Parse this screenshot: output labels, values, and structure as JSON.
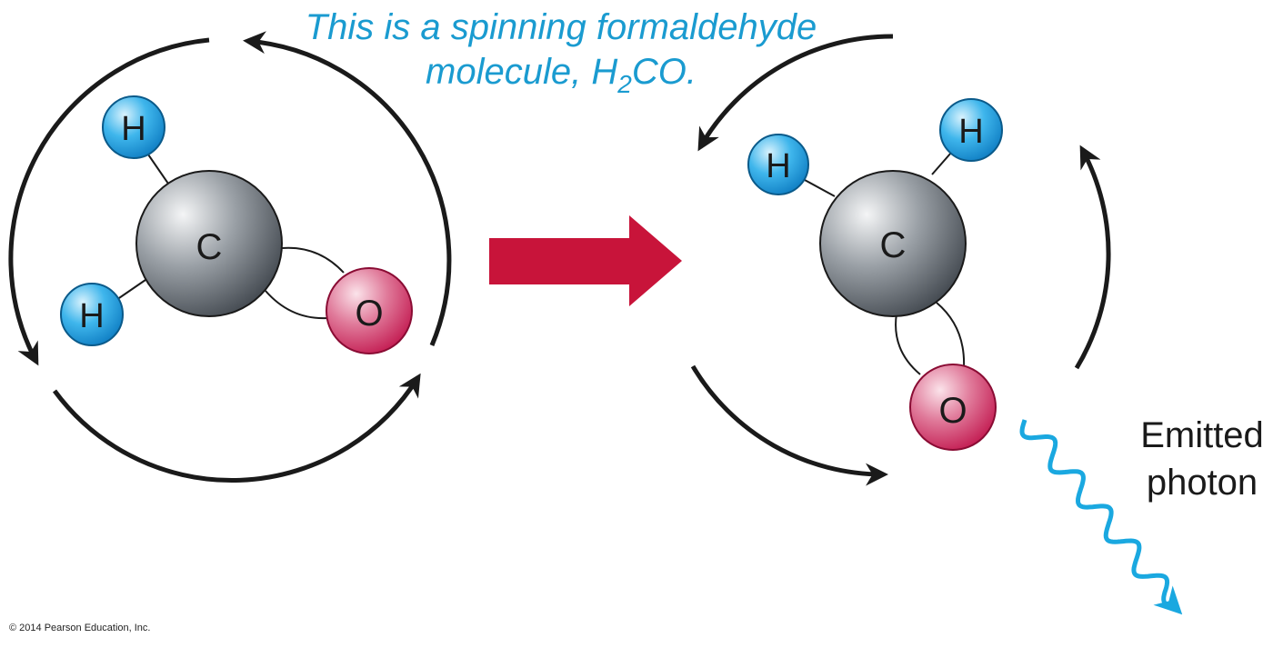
{
  "title": {
    "line1": "This is a spinning formaldehyde",
    "line2_prefix": "molecule, H",
    "line2_sub": "2",
    "line2_suffix": "CO."
  },
  "atoms": {
    "carbon": "C",
    "hydrogen": "H",
    "oxygen": "O"
  },
  "photon_label": {
    "line1": "Emitted",
    "line2": "photon"
  },
  "copyright": "© 2014 Pearson Education, Inc.",
  "colors": {
    "title": "#1a9bd0",
    "transition_arrow": "#c8143a",
    "photon": "#1aa8e0",
    "hydrogen": "#1a9ad8",
    "oxygen": "#d23a6a",
    "carbon": "#7d8389"
  }
}
